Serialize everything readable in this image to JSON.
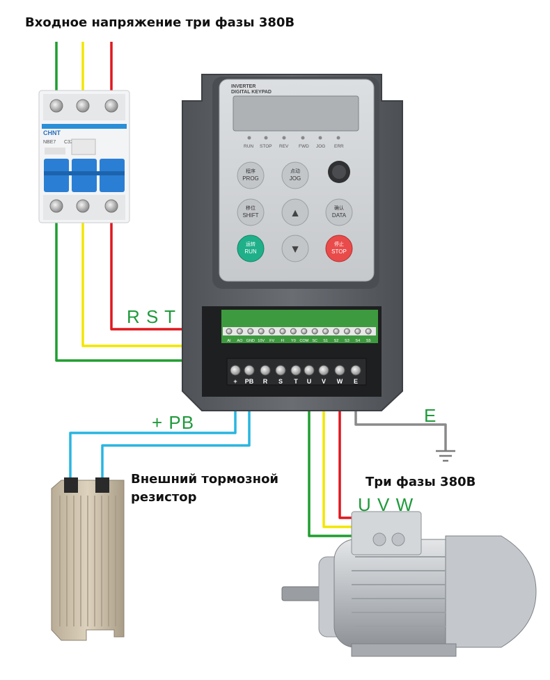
{
  "labels": {
    "input_title": "Входное напряжение три фазы 380В",
    "rst": "R S T",
    "pb": "+ PB",
    "earth": "E",
    "brake_line1": "Внешний тормозной",
    "brake_line2": "резистор",
    "motor_title": "Три фазы 380В",
    "uvw": "U V W"
  },
  "breaker": {
    "brand": "CHNT",
    "model": "NBE7",
    "rating": "C32"
  },
  "keypad": {
    "header_line1": "INVERTER",
    "header_line2": "DIGITAL KEYPAD",
    "leds": [
      "RUN",
      "STOP",
      "REV",
      "FWD",
      "JOG",
      "ERR"
    ],
    "buttons": [
      {
        "cn": "程序",
        "en": "PROG"
      },
      {
        "cn": "点动",
        "en": "JOG"
      },
      {
        "cn": "移位",
        "en": "SHIFT"
      },
      {
        "cn": "",
        "en": "▲"
      },
      {
        "cn": "确认",
        "en": "DATA"
      },
      {
        "cn": "运转",
        "en": "RUN"
      },
      {
        "cn": "",
        "en": "▼"
      },
      {
        "cn": "停止",
        "en": "STOP"
      }
    ]
  },
  "terminals": {
    "control": [
      "AI",
      "AO",
      "GND",
      "10V",
      "FV",
      "FI",
      "Y0",
      "COM",
      "SC",
      "S1",
      "S2",
      "S3",
      "S4",
      "S5"
    ],
    "power": [
      "+",
      "PB",
      "R",
      "S",
      "T",
      "U",
      "V",
      "W",
      "E"
    ]
  },
  "colors": {
    "green_wire": "#1e9e2f",
    "yellow_wire": "#f2e600",
    "red_wire": "#e0171d",
    "blue_wire": "#29b5e0",
    "gray_wire": "#8a8a8a",
    "label_green": "#1f9a3c",
    "body_gray": "#5d6166"
  }
}
